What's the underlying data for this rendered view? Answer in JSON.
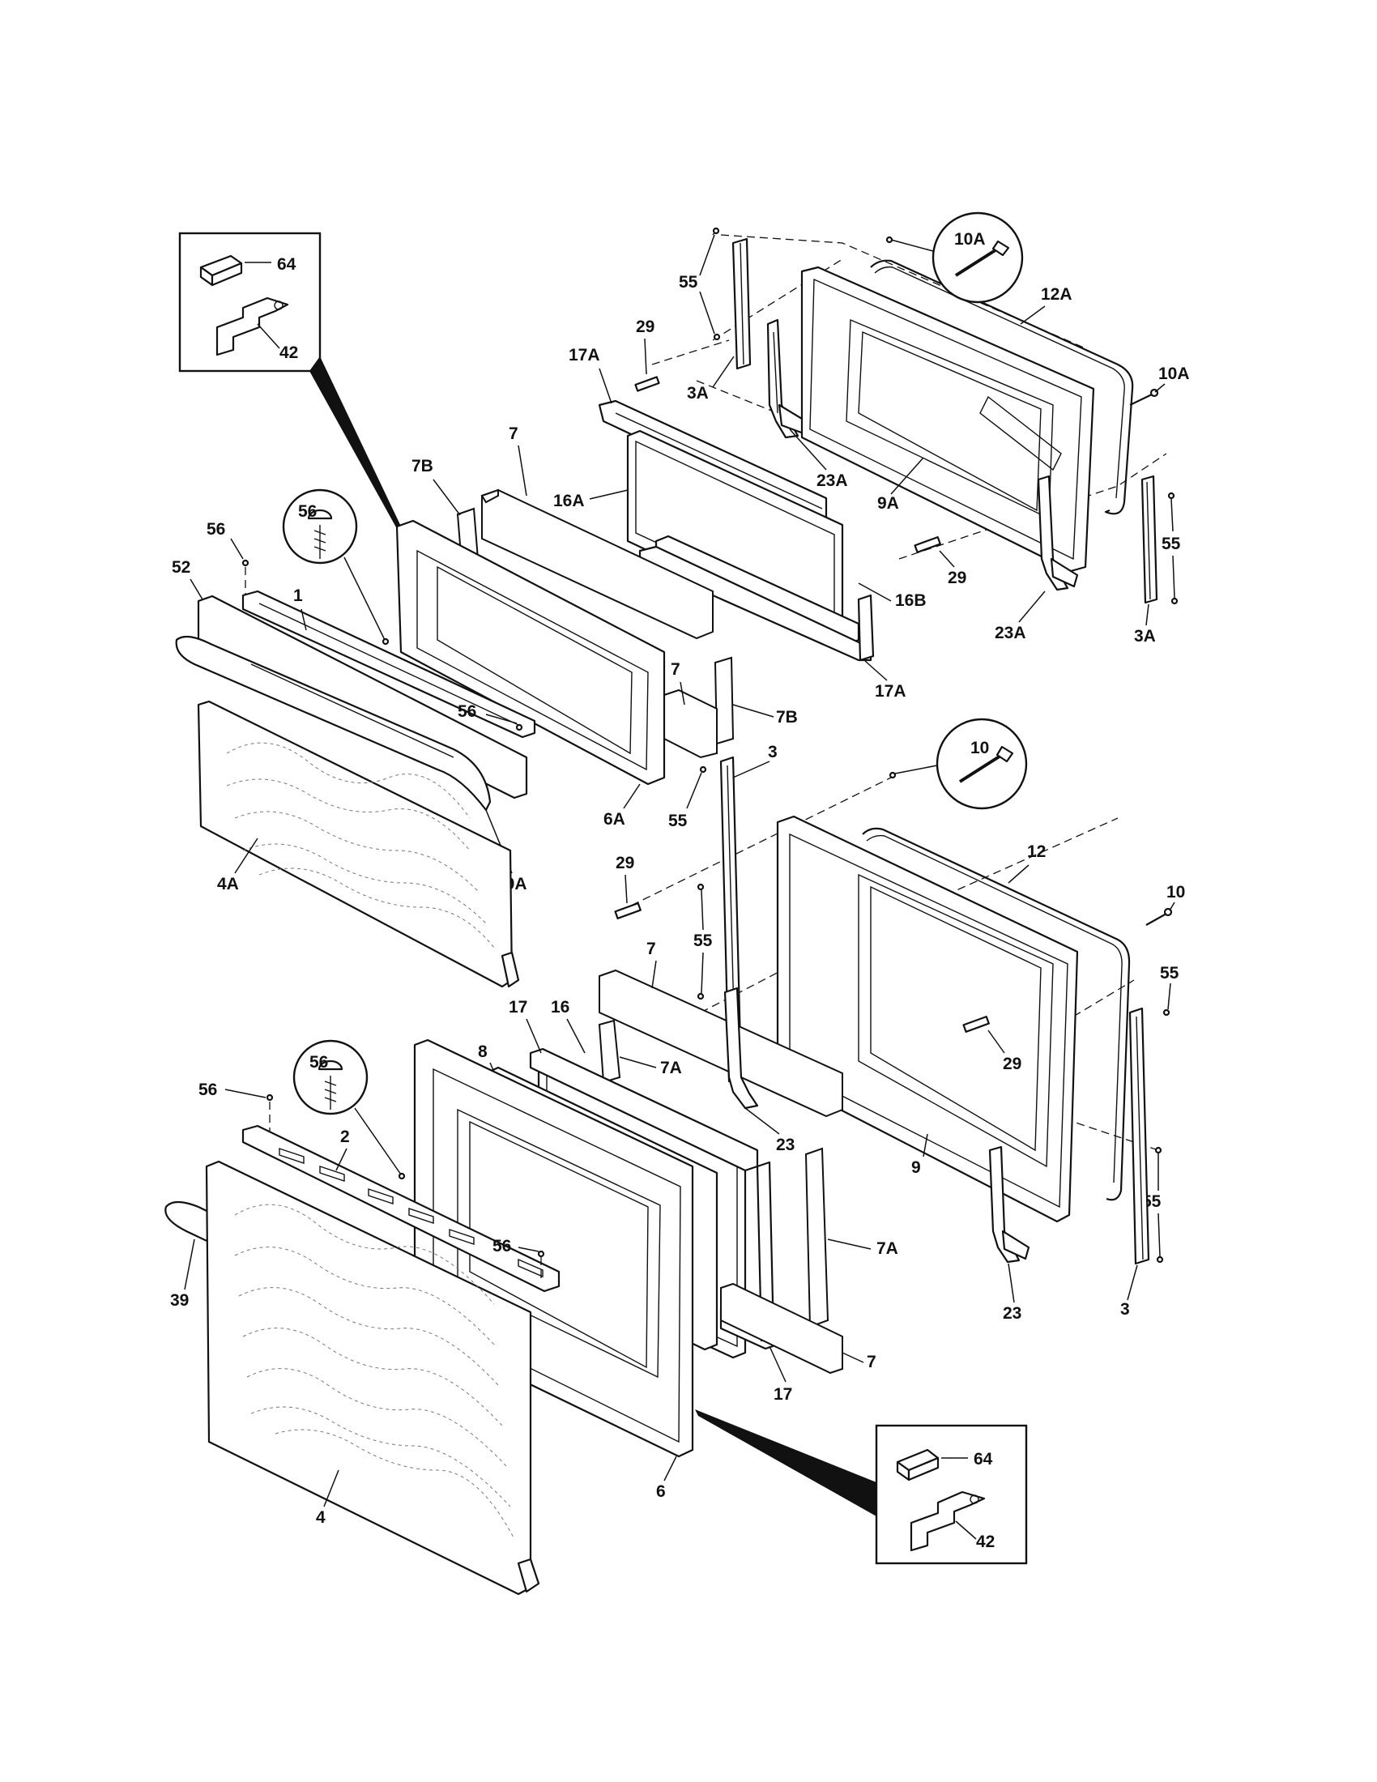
{
  "diagram": {
    "labels": {
      "l_64a": "64",
      "l_42a": "42",
      "l_55a": "55",
      "l_29a": "29",
      "l_10Aa": "10A",
      "l_12A": "12A",
      "l_10Ab": "10A",
      "l_17Aa": "17A",
      "l_3Aa": "3A",
      "l_23Aa": "23A",
      "l_9A": "9A",
      "l_7a": "7",
      "l_7Ba": "7B",
      "l_16A": "16A",
      "l_16B": "16B",
      "l_17Ab": "17A",
      "l_29b": "29",
      "l_55b": "55",
      "l_23Ab": "23A",
      "l_3Ab": "3A",
      "l_56a": "56",
      "l_56b": "56",
      "l_52": "52",
      "l_1": "1",
      "l_7b": "7",
      "l_7Bb": "7B",
      "l_56c": "56",
      "l_6A": "6A",
      "l_39A": "39A",
      "l_4A": "4A",
      "l_3a": "3",
      "l_55c": "55",
      "l_10a": "10",
      "l_12": "12",
      "l_10b": "10",
      "l_29c": "29",
      "l_55d": "55",
      "l_55e": "55",
      "l_29d": "29",
      "l_7c": "7",
      "l_17a": "17",
      "l_16": "16",
      "l_7Aa": "7A",
      "l_8": "8",
      "l_23a": "23",
      "l_9": "9",
      "l_56d": "56",
      "l_56e": "56",
      "l_2": "2",
      "l_56f": "56",
      "l_7Ab": "7A",
      "l_55f": "55",
      "l_39": "39",
      "l_23b": "23",
      "l_3b": "3",
      "l_7d": "7",
      "l_17b": "17",
      "l_6": "6",
      "l_64b": "64",
      "l_42b": "42",
      "l_4": "4"
    }
  }
}
